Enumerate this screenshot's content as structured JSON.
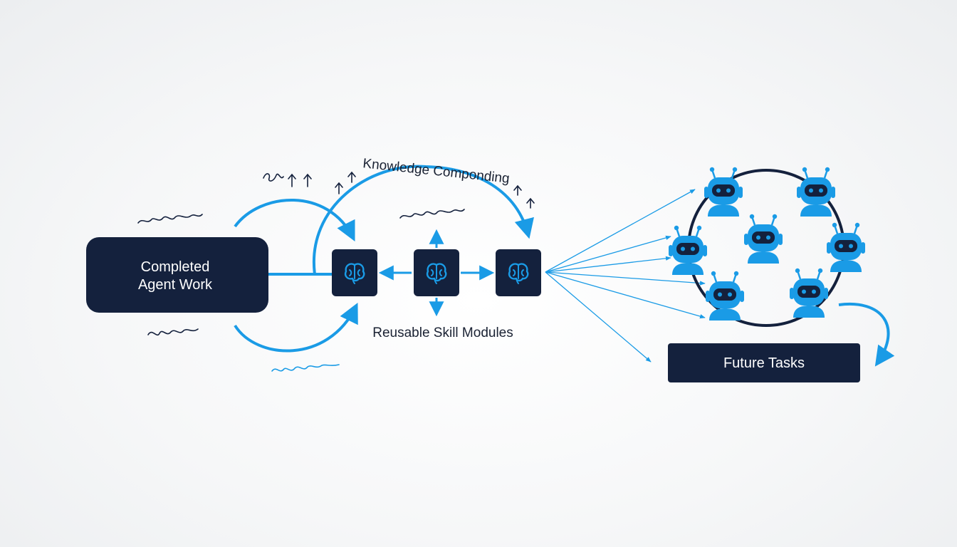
{
  "colors": {
    "navy": "#14213d",
    "accent": "#1a9be6",
    "robot_dark": "#14213d",
    "background": "#f4f5f6"
  },
  "source_box": {
    "line1": "Completed",
    "line2": "Agent Work"
  },
  "arc_label": "Knowledge Componding",
  "modules_label": "Reusable Skill Modules",
  "module_icon": "brain-icon",
  "robot_icon": "robot-head-icon",
  "target_box": {
    "label": "Future Tasks"
  }
}
